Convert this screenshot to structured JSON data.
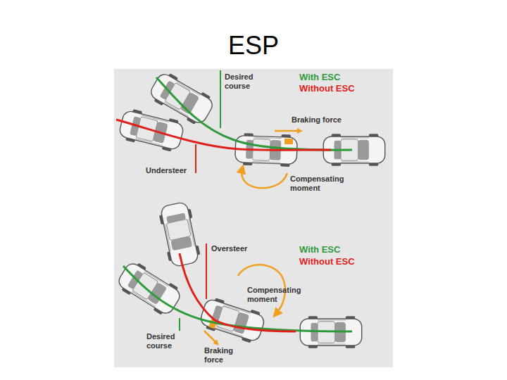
{
  "diagram": {
    "title": "ESP",
    "labels": [
      "Desired course",
      "With ESC",
      "Without ESC",
      "Braking force",
      "Understeer",
      "Compensating moment",
      "Oversteer",
      "With ESC",
      "Without ESC",
      "Compensating moment",
      "Desired course",
      "Braking force"
    ]
  }
}
